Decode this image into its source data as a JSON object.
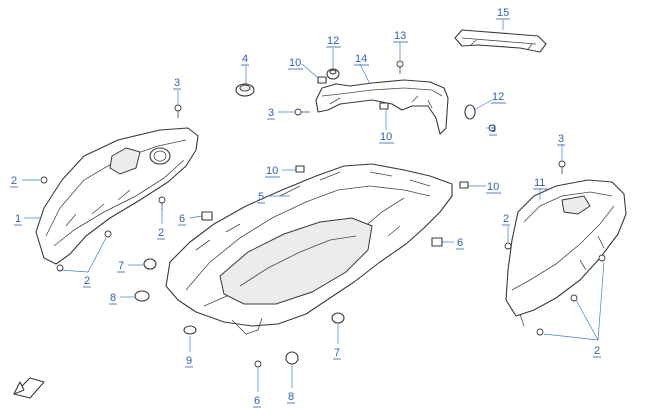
{
  "diagram": {
    "callouts": [
      {
        "id": "c15",
        "label": "15"
      },
      {
        "id": "c13",
        "label": "13"
      },
      {
        "id": "c12a",
        "label": "12"
      },
      {
        "id": "c4",
        "label": "4"
      },
      {
        "id": "c10a",
        "label": "10"
      },
      {
        "id": "c14",
        "label": "14"
      },
      {
        "id": "c3a",
        "label": "3"
      },
      {
        "id": "c3b",
        "label": "3"
      },
      {
        "id": "c10b",
        "label": "10"
      },
      {
        "id": "c12b",
        "label": "12"
      },
      {
        "id": "c3c",
        "label": "3"
      },
      {
        "id": "c3d",
        "label": "3"
      },
      {
        "id": "c2a",
        "label": "2"
      },
      {
        "id": "c1",
        "label": "1"
      },
      {
        "id": "c2b",
        "label": "2"
      },
      {
        "id": "c2c",
        "label": "2"
      },
      {
        "id": "c10c",
        "label": "10"
      },
      {
        "id": "c5",
        "label": "5"
      },
      {
        "id": "c6a",
        "label": "6"
      },
      {
        "id": "c10d",
        "label": "10"
      },
      {
        "id": "c11",
        "label": "11"
      },
      {
        "id": "c2d",
        "label": "2"
      },
      {
        "id": "c6b",
        "label": "6"
      },
      {
        "id": "c7a",
        "label": "7"
      },
      {
        "id": "c8",
        "label": "8"
      },
      {
        "id": "c9",
        "label": "9"
      },
      {
        "id": "c7b",
        "label": "7"
      },
      {
        "id": "c6c",
        "label": "6"
      },
      {
        "id": "c8b",
        "label": "8"
      },
      {
        "id": "c2e",
        "label": "2"
      }
    ]
  }
}
